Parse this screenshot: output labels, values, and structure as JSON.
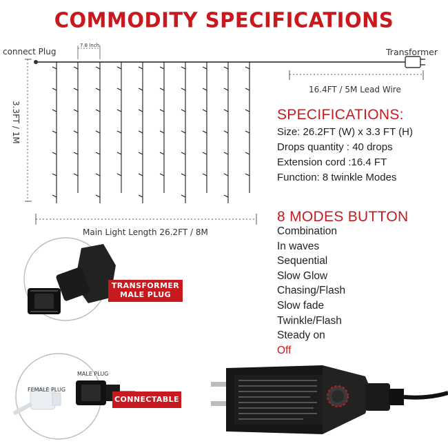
{
  "title": "COMMODITY SPECIFICATIONS",
  "diagram": {
    "connect_plug": "connect Plug",
    "spacing": "7.8 Inch",
    "transformer": "Transformer",
    "height": "3.3FT / 1M",
    "lead_wire": "16.4FT / 5M Lead Wire",
    "main_length": "Main Light Length 26.2FT / 8M"
  },
  "specifications": {
    "heading": "SPECIFICATIONS:",
    "lines": [
      "Size: 26.2FT (W) x 3.3 FT (H)",
      "Drops quantity : 40 drops",
      "Extension cord :16.4 FT",
      "Function: 8 twinkle Modes"
    ]
  },
  "modes": {
    "heading": "8 MODES BUTTON",
    "items": [
      "Combination",
      "In waves",
      "Sequential",
      "Slow Glow",
      "Chasing/Flash",
      "Slow fade",
      "Twinkle/Flash",
      "Steady on",
      "Off"
    ]
  },
  "connectors": {
    "transformer_tag_line1": "TRANSFORMER",
    "transformer_tag_line2": "MALE PLUG",
    "male_plug": "MALE PLUG",
    "female_plug": "FEMALE PLUG",
    "connectable": "CONNECTABLE"
  },
  "colors": {
    "accent": "#c8191e",
    "wire": "#1a1a1a",
    "cable": "#111111"
  }
}
